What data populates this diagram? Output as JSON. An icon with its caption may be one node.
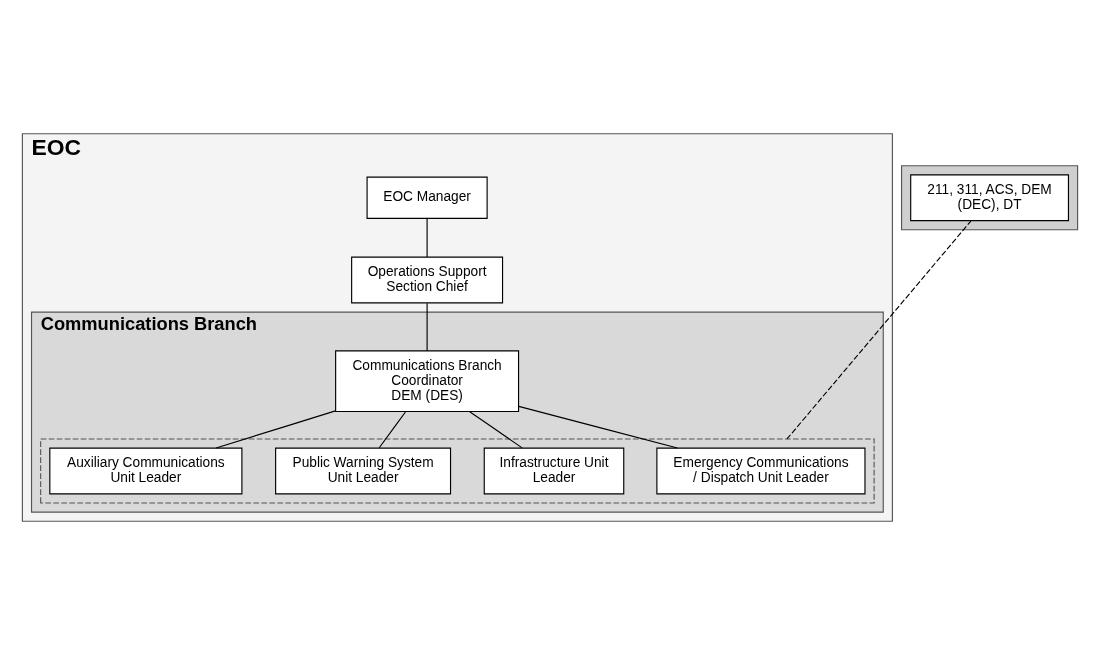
{
  "diagram": {
    "nodes": [
      {
        "text": [
          "EOC"
        ]
      },
      {
        "text": [
          "EOC Manager"
        ],
        "in": 0
      },
      {
        "text": [
          "Operations Support Section Chief"
        ],
        "in": 0
      },
      {
        "text": [
          "Communications Branch"
        ],
        "in": 0
      },
      {
        "text": [
          "Communications Branch Coordinator",
          "DEM (DES)"
        ],
        "in": 3
      },
      {
        "text": [],
        "shape": "box",
        "in": 3
      },
      {
        "text": [
          "Emergency Communications / Dispatch Unit Leader"
        ],
        "in": 5
      },
      {
        "text": [
          "Infrastructure Unit Leader"
        ],
        "in": 5
      },
      {
        "text": [
          "Public Warning System Unit Leader"
        ],
        "in": 5
      },
      {
        "text": [
          "Auxiliary Communications Unit Leader"
        ],
        "in": 5
      },
      {
        "text": [],
        "shape": "box"
      },
      {
        "text": [
          "211, 311, ACS, DEM (DEC), DT"
        ],
        "in": 10
      }
    ],
    "edges": [
      {
        "from": 1,
        "to": 2,
        "arrow": "none"
      },
      {
        "from": 2,
        "to": 4,
        "arrow": "none"
      },
      {
        "from": 4,
        "to": 6,
        "arrow": "none"
      },
      {
        "from": 4,
        "to": 7,
        "arrow": "none"
      },
      {
        "from": 4,
        "to": 8,
        "arrow": "none"
      },
      {
        "from": 4,
        "to": 9,
        "arrow": "none"
      },
      {
        "from": 5,
        "to": 11,
        "arrow": "none",
        "style": "dashed"
      }
    ]
  }
}
